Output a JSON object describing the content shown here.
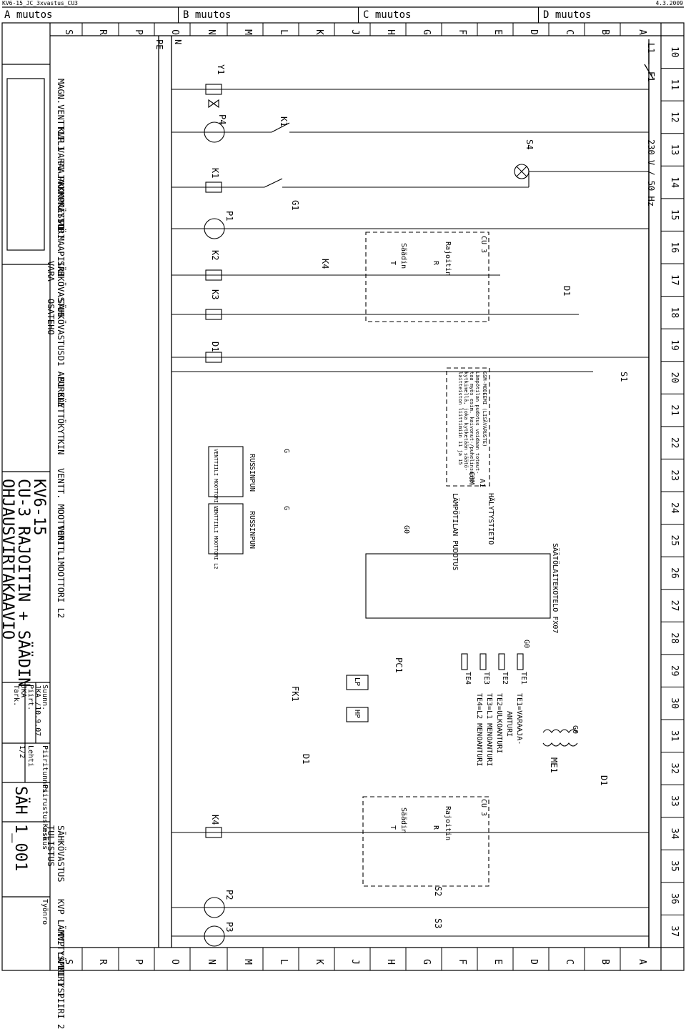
{
  "file": {
    "name": "KV6-15_JC_3xvastus_CU3",
    "date": "4.3.2009"
  },
  "zones": [
    "A muutos",
    "B muutos",
    "C muutos",
    "D muutos"
  ],
  "row_letters": [
    "S",
    "R",
    "P",
    "O",
    "N",
    "M",
    "L",
    "K",
    "J",
    "H",
    "G",
    "F",
    "E",
    "D",
    "C",
    "B",
    "A"
  ],
  "col_numbers": [
    "10",
    "11",
    "12",
    "13",
    "14",
    "15",
    "16",
    "17",
    "18",
    "19",
    "20",
    "21",
    "22",
    "23",
    "24",
    "25",
    "26",
    "27",
    "28",
    "29",
    "30",
    "31",
    "32",
    "33",
    "34",
    "35",
    "36",
    "37"
  ],
  "supply": {
    "l1": "L1",
    "f1": "F1",
    "voltage": "230 V / 50 Hz",
    "n": "N",
    "pe": "PE"
  },
  "circuits": [
    "MAGN.VENTTIILI",
    "KVP VARAAJA",
    "P1 PAKKOKÄYTTÖ",
    "KOMPRESSORI",
    "P1 MAAPIIRI",
    "SÄHKÖVASTUS",
    "VARA",
    "SÄHKÖVASTUS",
    "OSATEHO",
    "D1 APURELE",
    "S1 KÄYTTÖKYTKIN",
    "VENTT. MOOTTORI L1",
    "VENTT. MOOTTORI L2",
    "SÄHKÖVASTUS",
    "TULISTUS",
    "KVP LÄMMITYSPIIRI 1",
    "KVP LÄMMITYSPIIRI 2"
  ],
  "title_block": {
    "line1": "KV6-15",
    "line2": "CU-3 RAJOITIN + SÄÄDIN",
    "line3": "OHJAUSVIRTAKAAVIO",
    "suunn_label": "Suunn.",
    "suunn_value": "JKA /10.9.07",
    "piirt_label": "Piirt.",
    "piirt_value": "JKA",
    "tark_label": "Tark.",
    "piiritunnus_label": "Piiritunnus",
    "lehti_label": "Lehti",
    "lehti_value": "1/2",
    "piirustus_label": "Piirustus n:o",
    "piirustus_value": "SÄH 1_001",
    "keskus_label": "Keskus",
    "tyonro_label": "Työnro"
  },
  "components": {
    "y1": "Y1",
    "p4": "P4",
    "k1": "K1",
    "k1b": "K1",
    "g1": "G1",
    "p1": "P1",
    "k2": "K2",
    "k3": "K3",
    "k4": "K4",
    "k4b": "K4",
    "d1": "D1",
    "d1b": "D1",
    "d1c": "D1",
    "d1d": "D1",
    "s1": "S1",
    "s2": "S2",
    "s3": "S3",
    "s4": "S4",
    "p2": "P2",
    "p3": "P3",
    "me1": "ME1",
    "fk1": "FK1",
    "pc1": "PC1",
    "lp": "LP",
    "hp": "HP",
    "go": "G0",
    "go2": "G0",
    "go3": "G0",
    "cu3": "CU 3",
    "saadin": "Säädin",
    "rajoitin": "Rajoitin",
    "t": "T",
    "r": "R",
    "fx07": "SÄÄTÖLAITEKOTELO FX07",
    "haly": "HÄLYTYSTIETO",
    "com": "COM",
    "a1": "A1",
    "lampo": "LÄMPÖTILAN PUDOTUS",
    "gsm1": "GSM-MODEEMI (LISÄVARUSTE)",
    "gsm2": "Lämpötilan pudotus voidaan toteut-",
    "gsm3": "taa myös esim. kaivonut-/puhelinsäätö-",
    "gsm4": "kytkimellä, joka kytketään säätö-",
    "gsm5": "laitteiston liittimiin 11 ja 15",
    "vm1": "VENTTIILI MOOTTORI L1",
    "vm2": "VENTTIILI MOOTTORI L2",
    "rus": "RUS",
    "sin": "SIN",
    "pun": "PUN",
    "g": "G",
    "te1": "TE1",
    "te2": "TE2",
    "te3": "TE3",
    "te4": "TE4",
    "te_desc1": "TE1=VARAAJA-",
    "te_desc1b": "ANTURI",
    "te_desc2": "TE2=ULKOANTURI",
    "te_desc3": "TE3=L1 MENOANTURI",
    "te_desc4": "TE4=L2 MENOANTURI"
  }
}
